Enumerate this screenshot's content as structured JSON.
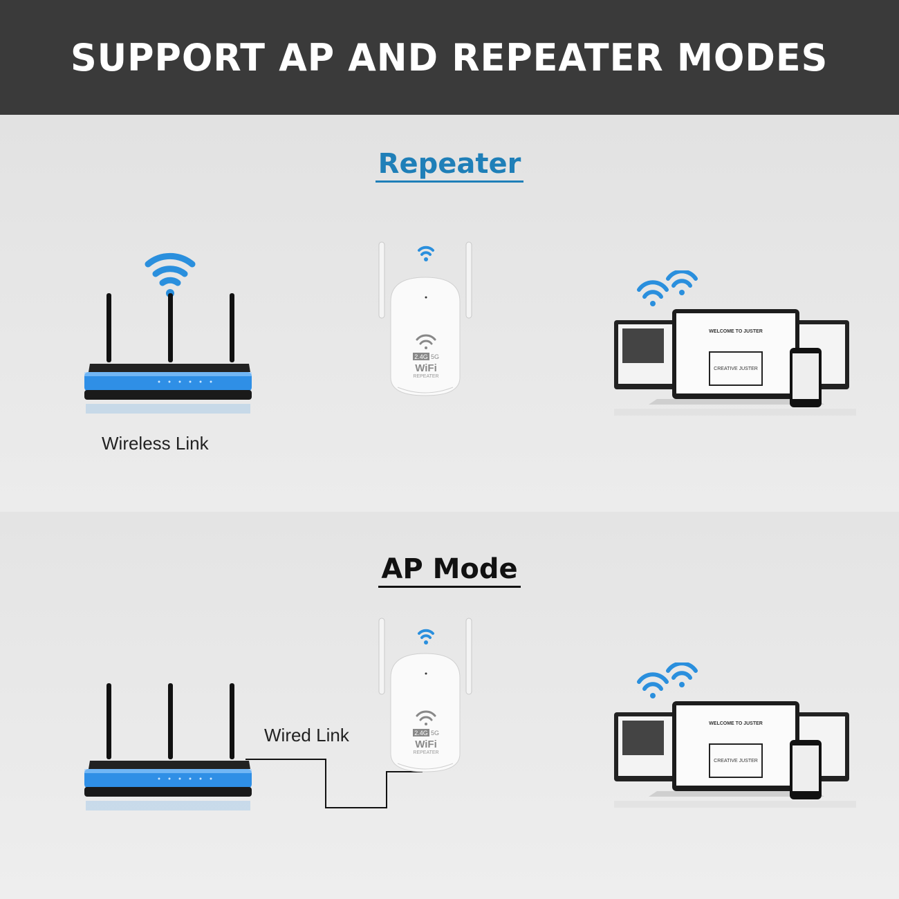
{
  "header": {
    "title": "SUPPORT AP AND REPEATER MODES"
  },
  "repeater_section": {
    "title": "Repeater",
    "link_label": "Wireless Link"
  },
  "ap_section": {
    "title": "AP Mode",
    "link_label": "Wired Link"
  },
  "device": {
    "band_label": "2.4G",
    "band_label_2": "5G",
    "brand": "WiFi",
    "type": "REPEATER"
  },
  "screen": {
    "headline": "WELCOME TO JUSTER",
    "art_text": "CREATIVE JUSTER"
  },
  "colors": {
    "header_bg": "#3a3a3a",
    "accent_blue": "#1f7fb8",
    "router_glow": "#2f8fe6"
  }
}
